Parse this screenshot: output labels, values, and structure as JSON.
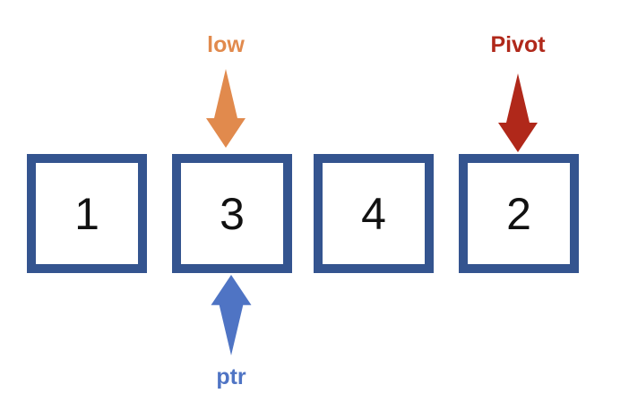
{
  "array": {
    "border_color": "#34548F",
    "cells": [
      {
        "value": "1"
      },
      {
        "value": "3"
      },
      {
        "value": "4"
      },
      {
        "value": "2"
      }
    ]
  },
  "pointers": {
    "low": {
      "label": "low",
      "color": "#E18A4D",
      "direction": "down",
      "points_to_cell": 2
    },
    "pivot": {
      "label": "Pivot",
      "color": "#B0281A",
      "direction": "down",
      "points_to_cell": 4
    },
    "ptr": {
      "label": "ptr",
      "color": "#4F74C4",
      "direction": "up",
      "points_to_cell": 2
    }
  }
}
